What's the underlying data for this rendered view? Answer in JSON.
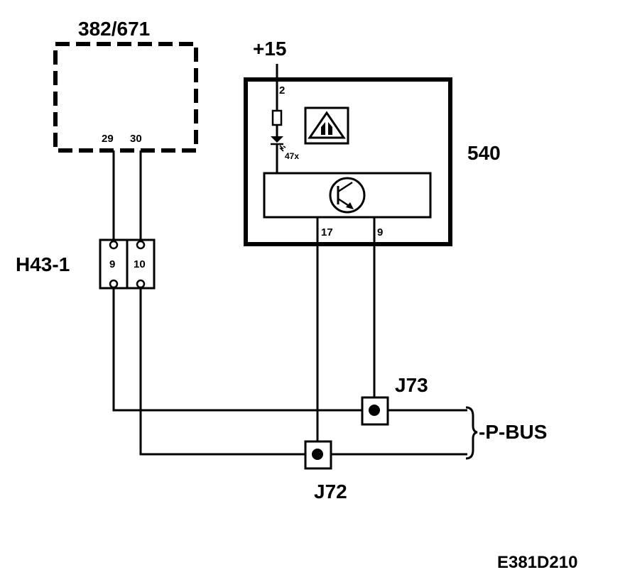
{
  "components": {
    "control_unit": {
      "label": "382/671",
      "pins": [
        "29",
        "30"
      ]
    },
    "module": {
      "label": "540",
      "supply": "+15",
      "supply_pin": "2",
      "led_label": "47x",
      "output_pins": [
        "17",
        "9"
      ]
    },
    "connector": {
      "label": "H43-1",
      "pins": [
        "9",
        "10"
      ]
    },
    "junctions": {
      "j73": "J73",
      "j72": "J72"
    },
    "bus": {
      "label": "-P-BUS"
    }
  },
  "diagram_id": "E381D210"
}
